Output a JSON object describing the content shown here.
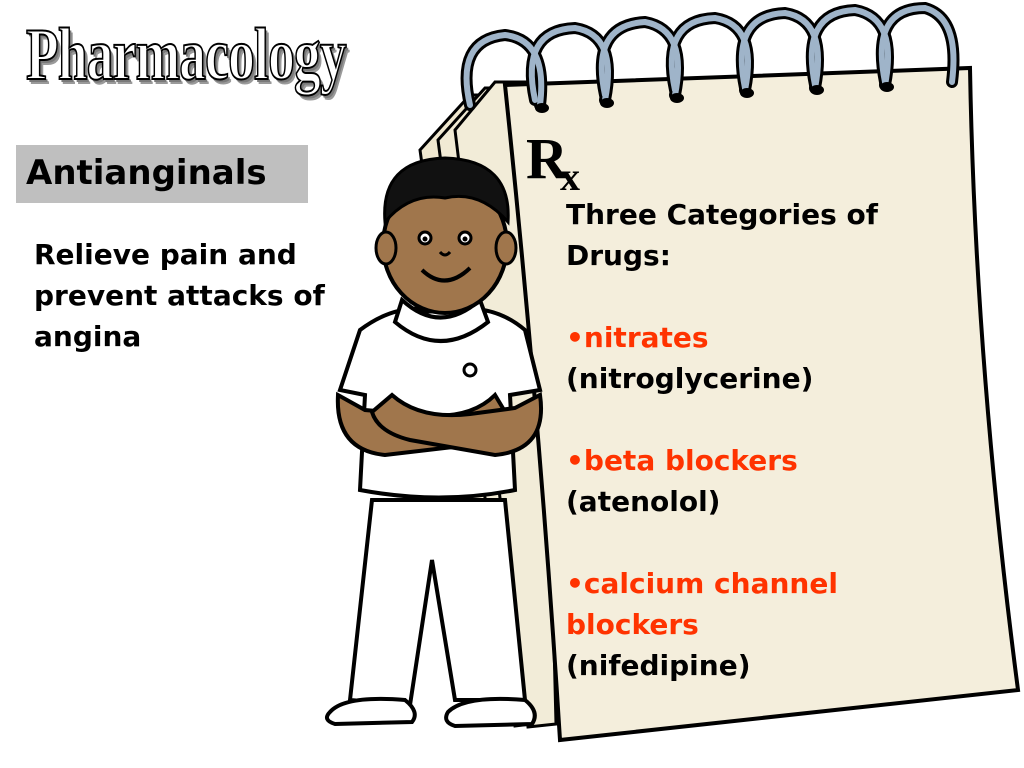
{
  "title": "Pharmacology",
  "section_label": "Antianginals",
  "description": "Relieve pain and prevent attacks of angina",
  "rx_symbol": "Rx",
  "categories": {
    "heading": "Three Categories of Drugs:",
    "items": [
      {
        "name": "•nitrates",
        "example": "(nitroglycerine)"
      },
      {
        "name": "•beta blockers",
        "example": "(atenolol)"
      },
      {
        "name": "•calcium channel blockers",
        "example": "(nifedipine)"
      }
    ]
  },
  "colors": {
    "accent": "#ff3300",
    "label_box": "#bfbfbf",
    "paper": "#f4eedc",
    "skin": "#a0764c",
    "ring": "#9fb4c9"
  }
}
